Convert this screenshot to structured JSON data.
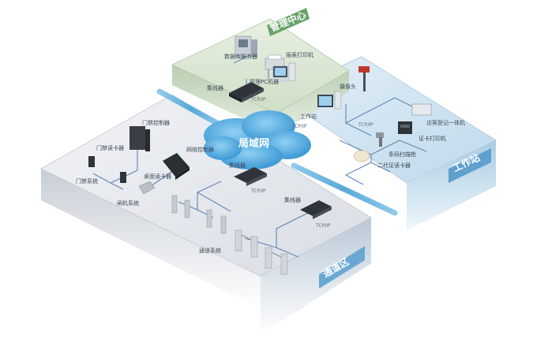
{
  "zones": {
    "management": "管理中心",
    "workstation": "工作站",
    "channel": "通道区"
  },
  "network": {
    "lan": "局域网"
  },
  "labels": {
    "db_server": "数据库服务器",
    "report_printer": "报表打印机",
    "mgmt_pc": "管理PC机器",
    "switch_mgmt": "集线器",
    "gate_controller": "门禁控制器",
    "card_reader": "门禁读卡器",
    "access_system": "门禁系统",
    "network_controller": "网络控制器",
    "desktop_reader": "桌面读卡器",
    "turnstile_system": "闸机系统",
    "switch_mid": "集线器",
    "switch_low": "集线器",
    "channel_system": "通道系统",
    "camera": "摄像头",
    "workstation_pc": "工作站",
    "visitor_machine": "访客登记一体机",
    "certificate_printer": "证卡打印机",
    "barcode_scanner": "条码扫描枪",
    "id_reader": "二代证读卡器"
  },
  "protocol": "TCP/IP",
  "colors": {
    "mgmt_top": "#dfe9d8",
    "work_top": "#d3e6f2",
    "channel_top": "#e6e9ee",
    "bus": "#6fb4dc",
    "cloud": "#4fa8dc"
  }
}
